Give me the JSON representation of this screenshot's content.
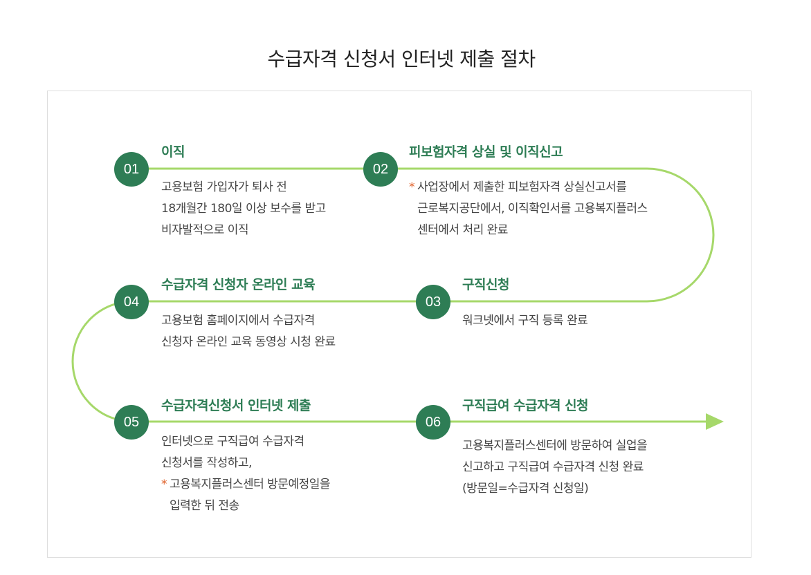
{
  "title": "수급자격 신청서 인터넷 제출 절차",
  "colors": {
    "accent": "#2e7d55",
    "path": "#a6d86a",
    "star": "#e0622b"
  },
  "steps": [
    {
      "num": "01",
      "title": "이직",
      "lines": [
        "고용보험 가입자가 퇴사 전",
        "18개월간 180일 이상 보수를 받고",
        "비자발적으로 이직"
      ]
    },
    {
      "num": "02",
      "title": "피보험자격 상실 및 이직신고",
      "star": "*",
      "lines": [
        "사업장에서 제출한 피보험자격 상실신고서를",
        "근로복지공단에서, 이직확인서를 고용복지플러스",
        "센터에서 처리 완료"
      ]
    },
    {
      "num": "03",
      "title": "구직신청",
      "lines": [
        "워크넷에서 구직 등록 완료"
      ]
    },
    {
      "num": "04",
      "title": "수급자격 신청자 온라인 교육",
      "lines": [
        "고용보험 홈페이지에서 수급자격",
        "신청자 온라인 교육 동영상 시청 완료"
      ]
    },
    {
      "num": "05",
      "title": "수급자격신청서 인터넷 제출",
      "star": "*",
      "lines": [
        "인터넷으로 구직급여 수급자격",
        "신청서를 작성하고,",
        "고용복지플러스센터 방문예정일을",
        "입력한 뒤 전송"
      ]
    },
    {
      "num": "06",
      "title": "구직급여 수급자격 신청",
      "lines": [
        "고용복지플러스센터에 방문하여 실업을",
        "신고하고 구직급여 수급자격 신청 완료",
        "(방문일=수급자격 신청일)"
      ]
    }
  ]
}
